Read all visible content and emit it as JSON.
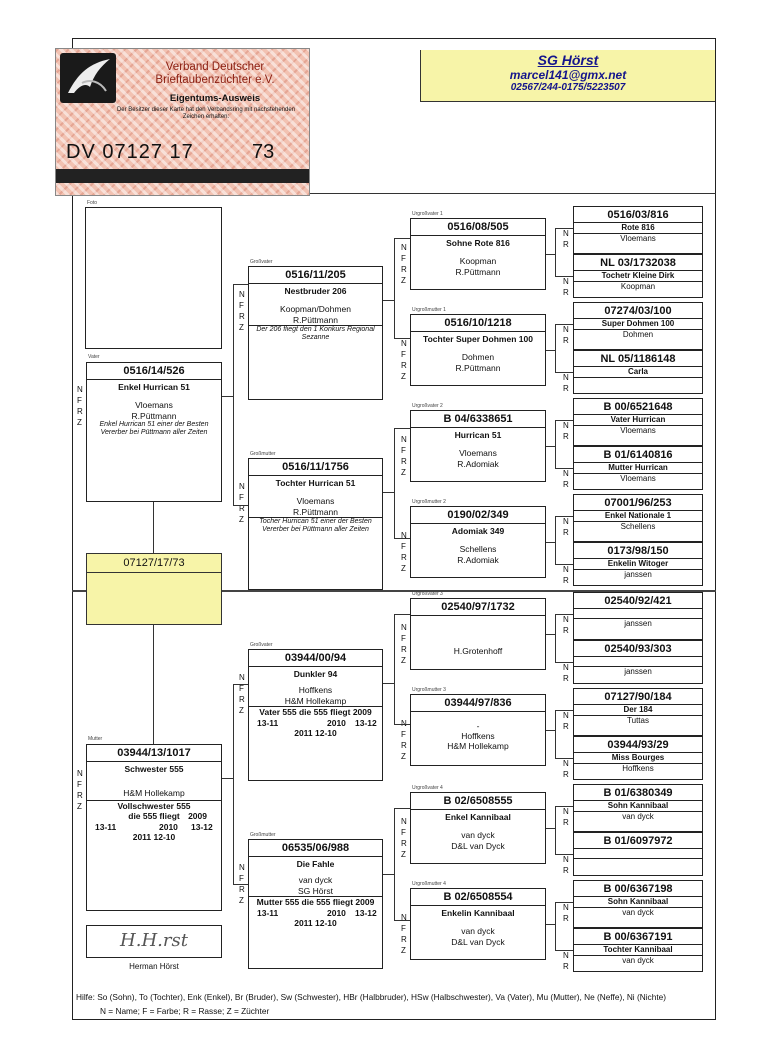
{
  "header": {
    "title": "SG Hörst",
    "email": "marcel141@gmx.net",
    "phone": "02567/244-0175/5223507"
  },
  "card": {
    "org_line1": "Verband Deutscher",
    "org_line2": "Brieftaubenzüchter e.V.",
    "heading": "Eigentums-Ausweis",
    "text": "Der Besitzer dieser Karte hat den Verbandsring mit nachstehenden Zeichen erhalten:",
    "ring": "DV 07127 17",
    "number": "73"
  },
  "subject": {
    "ring": "07127/17/73"
  },
  "captions": {
    "photo": "Foto",
    "vater": "Vater",
    "mutter": "Mutter",
    "grossvater": "Großvater",
    "grossmutter": "Großmutter",
    "urgrossvater_1": "Urgroßvater 1",
    "urgrossmutter_1": "Urgroßmutter 1",
    "urgrossvater_2": "Urgroßvater 2",
    "urgrossmutter_2": "Urgroßmutter 2",
    "urgrossvater_3": "Urgroßvater 3",
    "urgrossmutter_3": "Urgroßmutter 3",
    "urgrossvater_4": "Urgroßvater 4",
    "urgrossmutter_4": "Urgroßmutter 4"
  },
  "nfrz": [
    "N",
    "F",
    "R",
    "Z"
  ],
  "nr": [
    "N",
    "R"
  ],
  "vater": {
    "ring": "0516/14/526",
    "name": "Enkel Hurrican 51",
    "l1": "Vloemans",
    "l2": "R.Püttmann",
    "remark": "Enkel Hurrican 51 einer der Besten Vererber bei Püttmann aller Zeiten"
  },
  "mutter": {
    "ring": "03944/13/1017",
    "name": "Schwester 555",
    "l1": "H&M Hollekamp",
    "b1": "Vollschwester 555",
    "b2": "die 555 fliegt",
    "b2b": "2009",
    "b3": "13-11",
    "b3b": "2010",
    "b3c": "13-12",
    "b4": "2011 12-10"
  },
  "gv1": {
    "ring": "0516/11/205",
    "name": "Nestbruder 206",
    "l1": "Koopman/Dohmen",
    "l2": "R.Püttmann",
    "remark": "Der 206 fliegt den 1 Konkurs Regional Sezanne"
  },
  "gm1": {
    "ring": "0516/11/1756",
    "name": "Tochter Hurrican 51",
    "l1": "Vloemans",
    "l2": "R.Püttmann",
    "remark": "Tocher Hurrican 51 einer der Besten Vererber bei Püttmann aller Zeiten"
  },
  "gv2": {
    "ring": "03944/00/94",
    "name": "Dunkler 94",
    "l1": "Hoffkens",
    "l2": "H&M Hollekamp",
    "b1": "Vater 555 die 555 fliegt 2009",
    "b2": "13-11",
    "b2b": "2010",
    "b2c": "13-12",
    "b3": "2011 12-10"
  },
  "gm2": {
    "ring": "06535/06/988",
    "name": "Die Fahle",
    "l1": "van dyck",
    "l2": "SG Hörst",
    "b1": "Mutter 555 die 555 fliegt 2009",
    "b2": "13-11",
    "b2b": "2010",
    "b2c": "13-12",
    "b3": "2011 12-10"
  },
  "ug": [
    {
      "ring": "0516/08/505",
      "name": "Sohne Rote 816",
      "l1": "Koopman",
      "l2": "R.Püttmann"
    },
    {
      "ring": "0516/10/1218",
      "name": "Tochter Super Dohmen 100",
      "l1": "Dohmen",
      "l2": "R.Püttmann"
    },
    {
      "ring": "B 04/6338651",
      "name": "Hurrican 51",
      "l1": "Vloemans",
      "l2": "R.Adomiak"
    },
    {
      "ring": "0190/02/349",
      "name": "Adomiak 349",
      "l1": "Schellens",
      "l2": "R.Adomiak"
    },
    {
      "ring": "02540/97/1732",
      "name": "",
      "l1": "",
      "l2": "H.Grotenhoff"
    },
    {
      "ring": "03944/97/836",
      "name": "",
      "l1": "Hoffkens",
      "l2": "H&M Hollekamp",
      "dot": "-"
    },
    {
      "ring": "B 02/6508555",
      "name": "Enkel Kannibaal",
      "l1": "van dyck",
      "l2": "D&L van Dyck"
    },
    {
      "ring": "B 02/6508554",
      "name": "Enkelin Kannibaal",
      "l1": "van dyck",
      "l2": "D&L van Dyck"
    }
  ],
  "uug": [
    {
      "ring": "0516/03/816",
      "name": "Rote 816",
      "l1": "Vloemans"
    },
    {
      "ring": "NL 03/1732038",
      "name": "Tochetr Kleine Dirk",
      "l1": "Koopman"
    },
    {
      "ring": "07274/03/100",
      "name": "Super Dohmen 100",
      "l1": "Dohmen"
    },
    {
      "ring": "NL 05/1186148",
      "name": "Carla",
      "l1": ""
    },
    {
      "ring": "B 00/6521648",
      "name": "Vater Hurrican",
      "l1": "Vloemans"
    },
    {
      "ring": "B 01/6140816",
      "name": "Mutter Hurrican",
      "l1": "Vloemans"
    },
    {
      "ring": "07001/96/253",
      "name": "Enkel Nationale 1",
      "l1": "Schellens"
    },
    {
      "ring": "0173/98/150",
      "name": "Enkelin Witoger",
      "l1": "janssen"
    },
    {
      "ring": "02540/92/421",
      "name": "",
      "l1": "janssen"
    },
    {
      "ring": "02540/93/303",
      "name": "",
      "l1": "janssen"
    },
    {
      "ring": "07127/90/184",
      "name": "Der 184",
      "l1": "Tuttas"
    },
    {
      "ring": "03944/93/29",
      "name": "Miss Bourges",
      "l1": "Hoffkens"
    },
    {
      "ring": "B 01/6380349",
      "name": "Sohn Kannibaal",
      "l1": "van dyck"
    },
    {
      "ring": "B 01/6097972",
      "name": "",
      "l1": ""
    },
    {
      "ring": "B 00/6367198",
      "name": "Sohn Kannibaal",
      "l1": "van dyck"
    },
    {
      "ring": "B 00/6367191",
      "name": "Tochter Kannibaal",
      "l1": "van dyck"
    }
  ],
  "signature": {
    "script": "H.H.rst",
    "name": "Herman Hörst"
  },
  "hilfe": {
    "line1": "Hilfe: So (Sohn), To (Tochter), Enk (Enkel), Br (Bruder), Sw (Schwester), HBr (Halbbruder), HSw (Halbschwester), Va (Vater), Mu (Mutter), Ne (Neffe), Ni (Nichte)",
    "line2": "N = Name; F = Farbe; R = Rasse; Z = Züchter"
  }
}
